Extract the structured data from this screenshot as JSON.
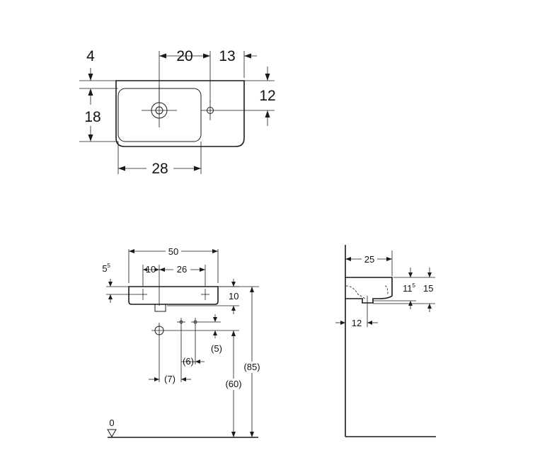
{
  "top_view": {
    "dim_4": "4",
    "dim_20": "20",
    "dim_13": "13",
    "dim_12": "12",
    "dim_18": "18",
    "dim_28": "28"
  },
  "front_view": {
    "dim_50": "50",
    "dim_5_base": "5",
    "dim_5_sup": "5",
    "dim_10_left": "10",
    "dim_26": "26",
    "dim_10_right": "10",
    "dim_5_paren": "(5)",
    "dim_6_paren": "(6)",
    "dim_7_paren": "(7)",
    "dim_60_paren": "(60)",
    "dim_85_paren": "(85)",
    "floor_zero": "0"
  },
  "side_view": {
    "dim_25": "25",
    "dim_11_base": "11",
    "dim_11_sup": "5",
    "dim_15": "15",
    "dim_12": "12"
  }
}
